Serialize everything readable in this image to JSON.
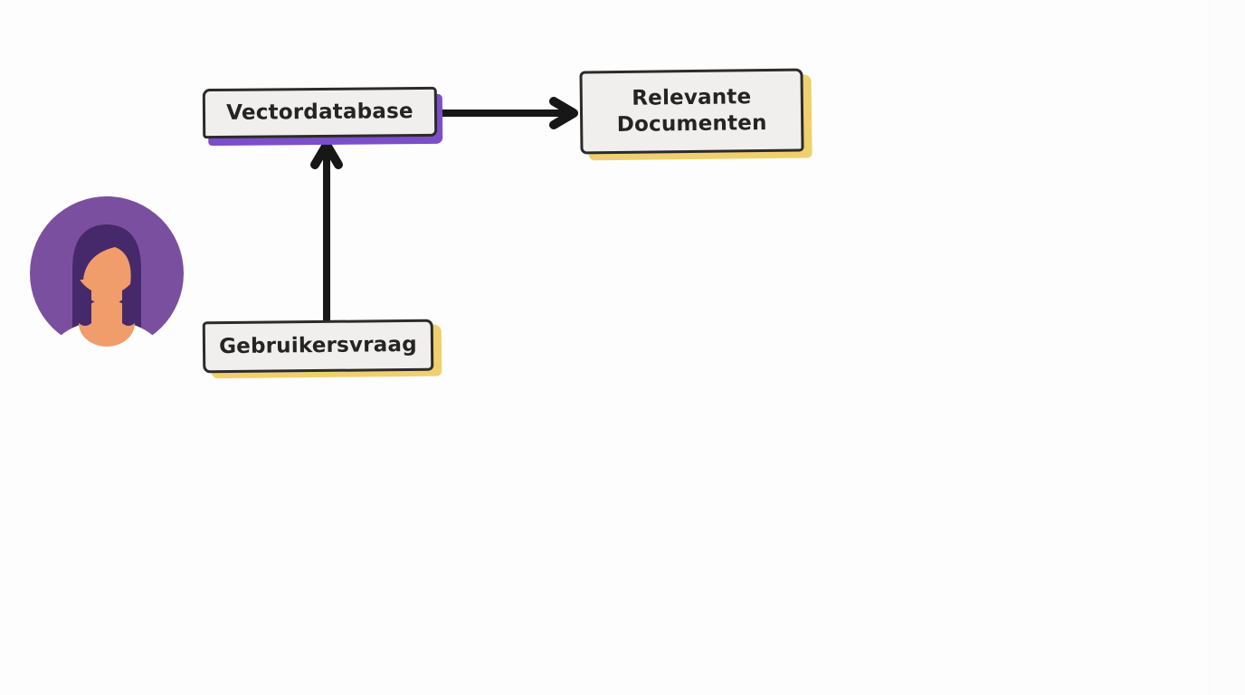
{
  "canvas": {
    "background_color": "#fdfdfd"
  },
  "diagram": {
    "nodes": [
      {
        "id": "vectordatabase",
        "label": "Vectordatabase",
        "fill": "#f0efee",
        "border_color": "#2b2b2b",
        "shadow_color": "#7c4ec9"
      },
      {
        "id": "relevante-documenten",
        "label": "Relevante Documenten",
        "fill": "#f0efee",
        "border_color": "#2b2b2b",
        "shadow_color": "#f0d06e"
      },
      {
        "id": "gebruikersvraag",
        "label": "Gebruikersvraag",
        "fill": "#f0efee",
        "border_color": "#2b2b2b",
        "shadow_color": "#f0d06e"
      }
    ],
    "edges": [
      {
        "from": "gebruikersvraag",
        "to": "vectordatabase",
        "direction": "up",
        "color": "#171717"
      },
      {
        "from": "vectordatabase",
        "to": "relevante-documenten",
        "direction": "right",
        "color": "#171717"
      }
    ],
    "avatar": {
      "icon": "user-avatar-icon",
      "description": "woman with dark hair in purple circle",
      "colors": {
        "circle": "#7a4fa0",
        "hair": "#46296a",
        "skin": "#f19c6b"
      }
    }
  }
}
